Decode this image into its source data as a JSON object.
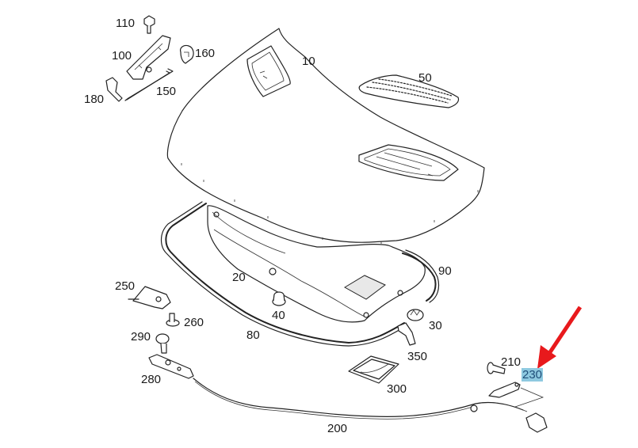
{
  "diagram": {
    "title": "Hood assembly exploded parts view",
    "highlight_color": "#8ec9e0",
    "arrow_color": "#e8191c",
    "highlighted_part": "230",
    "parts": {
      "p10": "10",
      "p20": "20",
      "p30": "30",
      "p40": "40",
      "p50": "50",
      "p80": "80",
      "p90": "90",
      "p100": "100",
      "p110": "110",
      "p150": "150",
      "p160": "160",
      "p180": "180",
      "p200": "200",
      "p210": "210",
      "p230": "230",
      "p250": "250",
      "p260": "260",
      "p280": "280",
      "p290": "290",
      "p300": "300",
      "p350": "350"
    }
  }
}
